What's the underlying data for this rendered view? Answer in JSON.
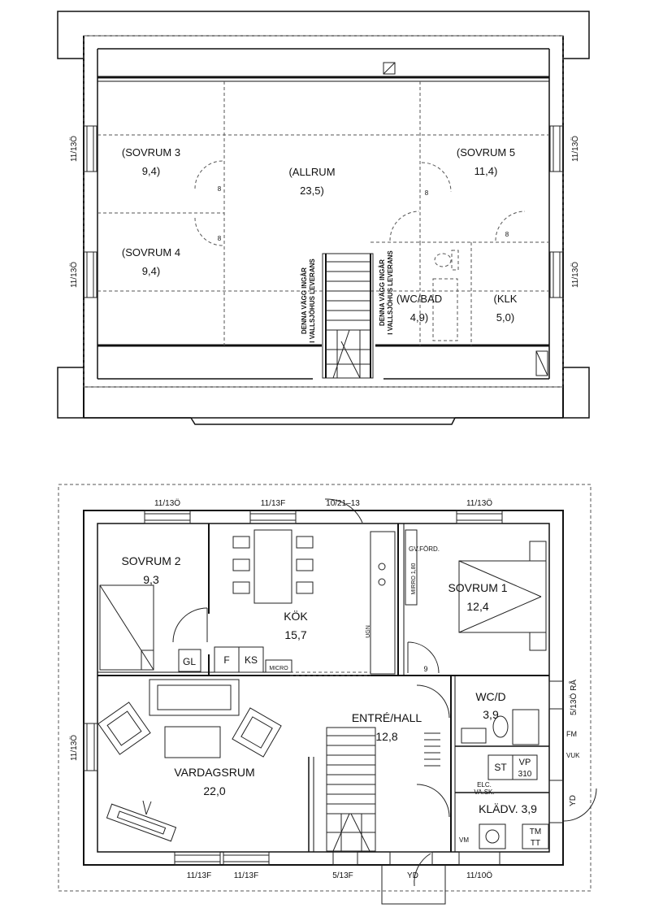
{
  "upper_floor": {
    "rooms": [
      {
        "name": "(SOVRUM 3",
        "area": "9,4)"
      },
      {
        "name": "(ALLRUM",
        "area": "23,5)"
      },
      {
        "name": "(SOVRUM 5",
        "area": "11,4)"
      },
      {
        "name": "(SOVRUM 4",
        "area": "9,4)"
      },
      {
        "name": "(WC/BAD",
        "area": "4,9)"
      },
      {
        "name": "(KLK",
        "area": "5,0)"
      }
    ],
    "windows": [
      "11/13Ö",
      "11/13Ö",
      "11/13Ö",
      "11/13Ö"
    ],
    "door_marks": [
      "8",
      "8",
      "8",
      "8"
    ],
    "wall_note": [
      "DENNA VÄGG INGÅR",
      "I VALLSJÖHUS LEVERANS"
    ]
  },
  "ground_floor": {
    "rooms": [
      {
        "name": "SOVRUM 2",
        "area": "9,3"
      },
      {
        "name": "KÖK",
        "area": "15,7"
      },
      {
        "name": "SOVRUM 1",
        "area": "12,4"
      },
      {
        "name": "WC/D",
        "area": "3,9"
      },
      {
        "name": "ENTRÉ/HALL",
        "area": "12,8"
      },
      {
        "name": "VARDAGSRUM",
        "area": "22,0"
      },
      {
        "name": "KLÄDV. 3,9",
        "area": ""
      }
    ],
    "top_windows": [
      "11/13Ö",
      "11/13F",
      "10/21–13",
      "11/13Ö"
    ],
    "bottom_windows": [
      "11/13F",
      "11/13F",
      "5/13F",
      "YD",
      "11/10Ö"
    ],
    "left_window": "11/13Ö",
    "right_window": "5/13Ö RÅ",
    "right_door": "YD",
    "fixtures": {
      "gl": "GL",
      "f": "F",
      "ks": "KS",
      "micro": "MICRO",
      "ugn": "UGN",
      "gv_ford": "GV.FÖRD.",
      "mirro": "MIRRO 1,80",
      "st": "ST",
      "vp": "VP",
      "vp_num": "310",
      "elc": "ELC.",
      "vask": "VA.SK.",
      "fm": "FM",
      "vuk": "VUK",
      "vm": "VM",
      "tm": "TM",
      "tt": "TT",
      "door_9": "9"
    }
  }
}
